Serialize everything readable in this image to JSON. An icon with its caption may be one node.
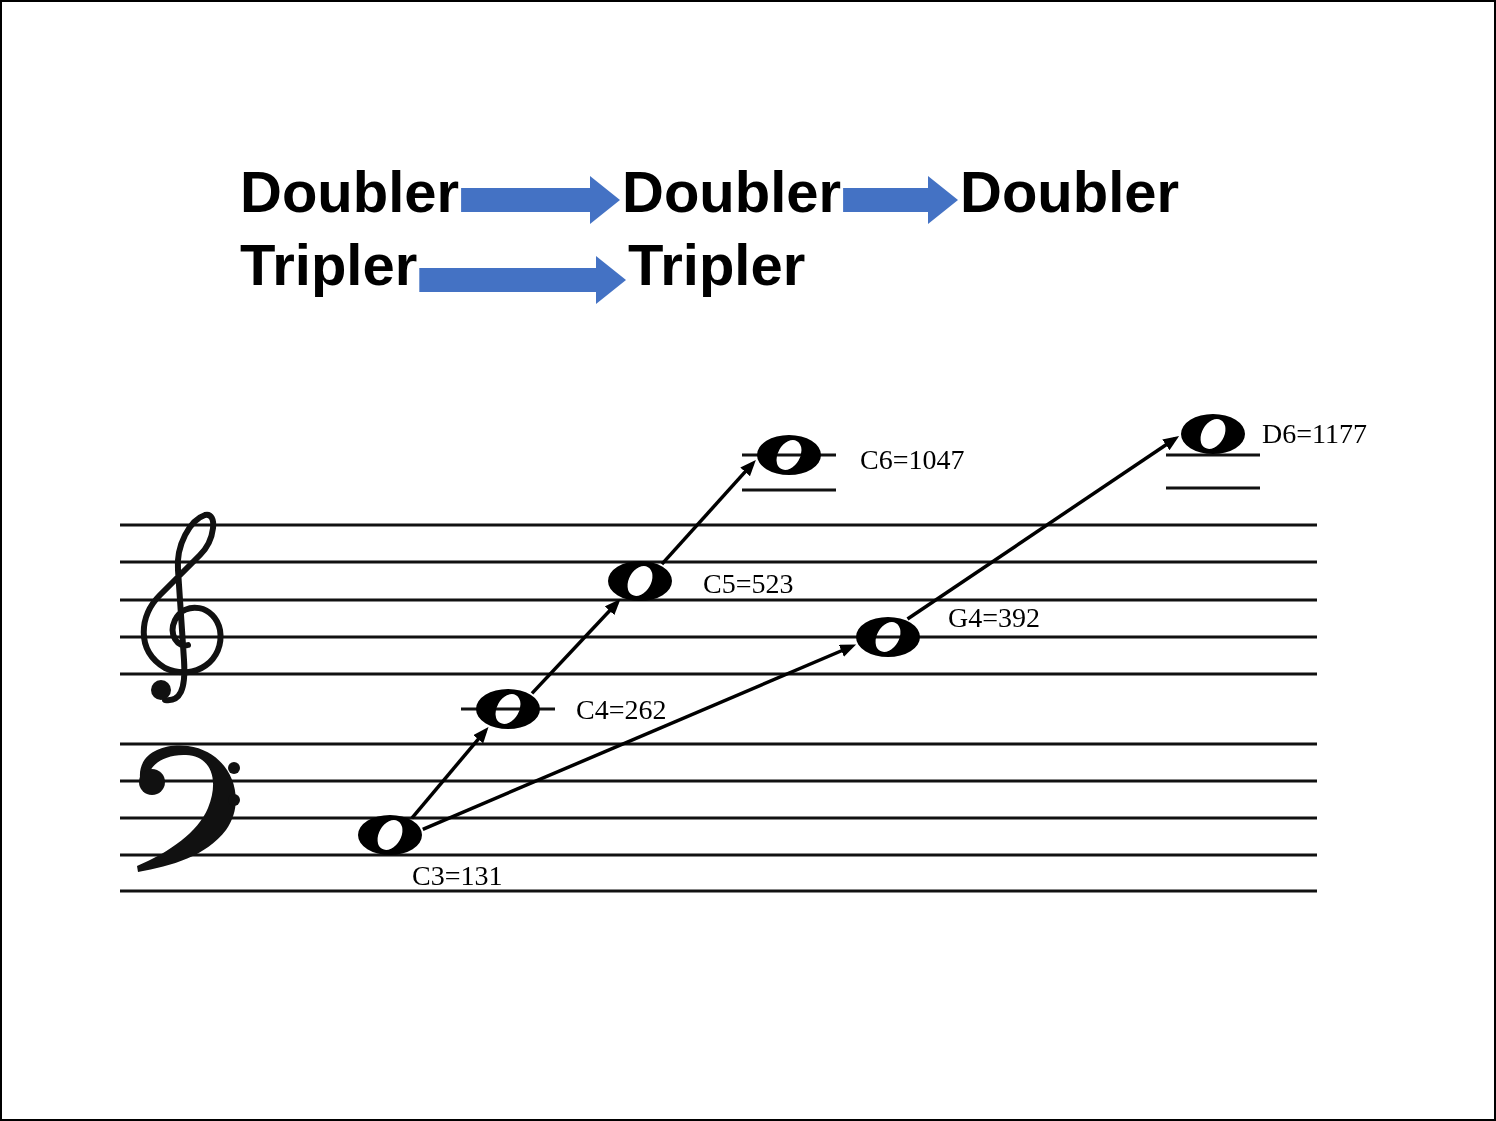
{
  "diagram": {
    "nodes": [
      {
        "text": [
          "Doubler"
        ]
      },
      {
        "text": [
          "Doubler"
        ]
      },
      {
        "text": [
          "Doubler"
        ]
      },
      {
        "text": [
          "Tripler"
        ]
      },
      {
        "text": [
          "Tripler"
        ]
      },
      {
        "text": [],
        "shape": "circle",
        "beside": [
          "C3=131"
        ]
      },
      {
        "text": [],
        "shape": "circle",
        "beside": [
          "C4=262"
        ]
      },
      {
        "text": [],
        "shape": "circle",
        "beside": [
          "C5=523"
        ]
      },
      {
        "text": [],
        "shape": "circle",
        "beside": [
          "C6=1047"
        ]
      },
      {
        "text": [],
        "shape": "circle",
        "beside": [
          "G4=392"
        ]
      },
      {
        "text": [],
        "shape": "circle",
        "beside": [
          "D6=1177"
        ]
      }
    ],
    "edges": [
      {
        "from": 0,
        "to": 1,
        "arrow": "to",
        "style": "thick",
        "color": "#4472c4"
      },
      {
        "from": 1,
        "to": 2,
        "arrow": "to",
        "style": "thick",
        "color": "#4472c4"
      },
      {
        "from": 3,
        "to": 4,
        "arrow": "to",
        "style": "thick",
        "color": "#4472c4"
      },
      {
        "from": 5,
        "to": 6,
        "arrow": "to"
      },
      {
        "from": 6,
        "to": 7,
        "arrow": "to"
      },
      {
        "from": 7,
        "to": 8,
        "arrow": "to"
      },
      {
        "from": 5,
        "to": 9,
        "arrow": "to"
      },
      {
        "from": 9,
        "to": 10,
        "arrow": "to"
      }
    ]
  }
}
